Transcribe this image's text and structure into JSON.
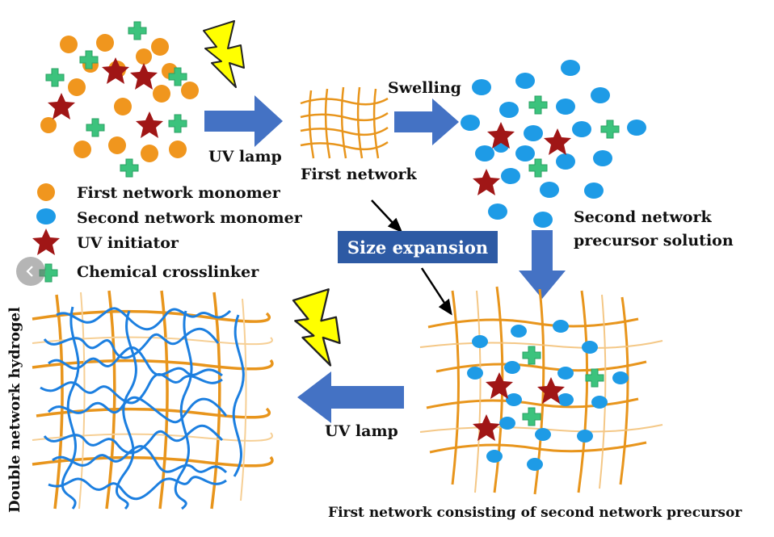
{
  "labels": {
    "uv_lamp_top": "UV lamp",
    "first_network": "First network",
    "swelling": "Swelling",
    "size_expansion": "Size expansion",
    "second_network_precursor_line1": "Second network",
    "second_network_precursor_line2": "precursor solution",
    "uv_lamp_bottom": "UV lamp",
    "double_network_hydrogel": "Double network hydrogel",
    "bottom_caption": "First network consisting of second network precursor"
  },
  "legend": [
    {
      "label": "First network monomer",
      "icon": "orange-circle-icon"
    },
    {
      "label": "Second network monomer",
      "icon": "blue-ellipse-icon"
    },
    {
      "label": "UV initiator",
      "icon": "red-star-icon"
    },
    {
      "label": "Chemical crosslinker",
      "icon": "green-cross-icon"
    }
  ],
  "colors": {
    "orange_monomer": "#f0961e",
    "blue_monomer": "#1e9be6",
    "star_initiator": "#a01616",
    "crosslinker": "#3cc37d",
    "arrow": "#4472c4",
    "size_expansion_bg": "#2d5aa4",
    "lightning_fill": "#ffff00",
    "network_orange": "#e8951c",
    "network_blue": "#1c7fe0"
  }
}
